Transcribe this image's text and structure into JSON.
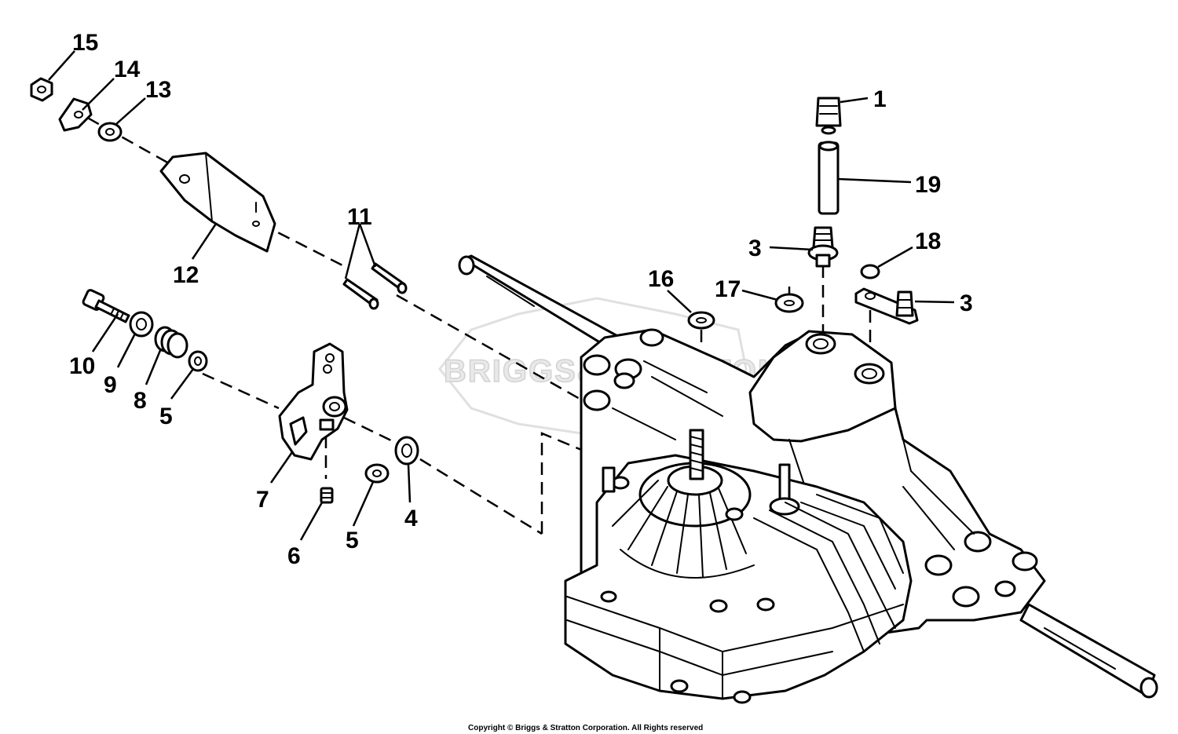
{
  "diagram": {
    "watermark": "BRIGGS&STRATTON",
    "copyright": "Copyright © Briggs & Stratton Corporation. All Rights reserved",
    "callouts": [
      {
        "id": "1",
        "label": "1"
      },
      {
        "id": "19",
        "label": "19"
      },
      {
        "id": "3a",
        "label": "3"
      },
      {
        "id": "18",
        "label": "18"
      },
      {
        "id": "3b",
        "label": "3"
      },
      {
        "id": "16",
        "label": "16"
      },
      {
        "id": "17",
        "label": "17"
      },
      {
        "id": "15",
        "label": "15"
      },
      {
        "id": "14",
        "label": "14"
      },
      {
        "id": "13",
        "label": "13"
      },
      {
        "id": "12",
        "label": "12"
      },
      {
        "id": "11",
        "label": "11"
      },
      {
        "id": "10",
        "label": "10"
      },
      {
        "id": "9",
        "label": "9"
      },
      {
        "id": "8",
        "label": "8"
      },
      {
        "id": "5a",
        "label": "5"
      },
      {
        "id": "7",
        "label": "7"
      },
      {
        "id": "4",
        "label": "4"
      },
      {
        "id": "5b",
        "label": "5"
      },
      {
        "id": "6",
        "label": "6"
      }
    ]
  }
}
